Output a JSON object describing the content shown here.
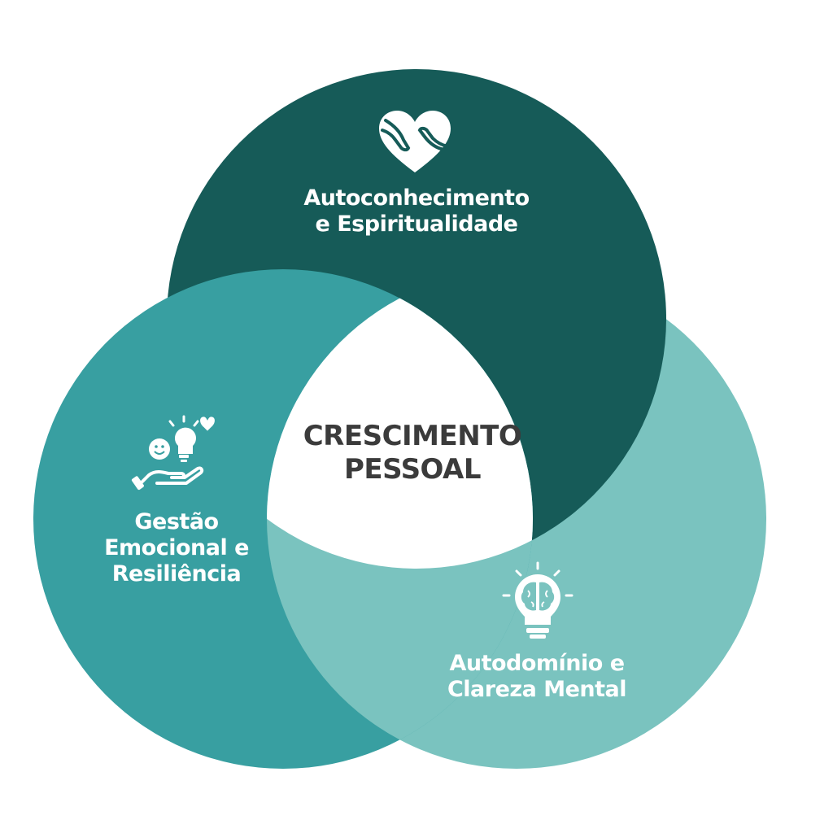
{
  "colors": {
    "top_circle": "#165b58",
    "left_circle": "#389fa1",
    "right_circle": "#7ac3bf",
    "center": "#ffffff",
    "center_text": "#3b3b3b",
    "label_text": "#ffffff"
  },
  "center": {
    "line1": "CRESCIMENTO",
    "line2": "PESSOAL"
  },
  "sections": {
    "top": {
      "icon": "heart-hands-icon",
      "line1": "Autoconhecimento",
      "line2": "e Espiritualidade"
    },
    "left": {
      "icon": "emotion-lightbulb-hand-icon",
      "line1": "Gestão",
      "line2": "Emocional e",
      "line3": "Resiliência"
    },
    "right": {
      "icon": "brain-lightbulb-icon",
      "line1": "Autodomínio e",
      "line2": "Clareza Mental"
    }
  }
}
